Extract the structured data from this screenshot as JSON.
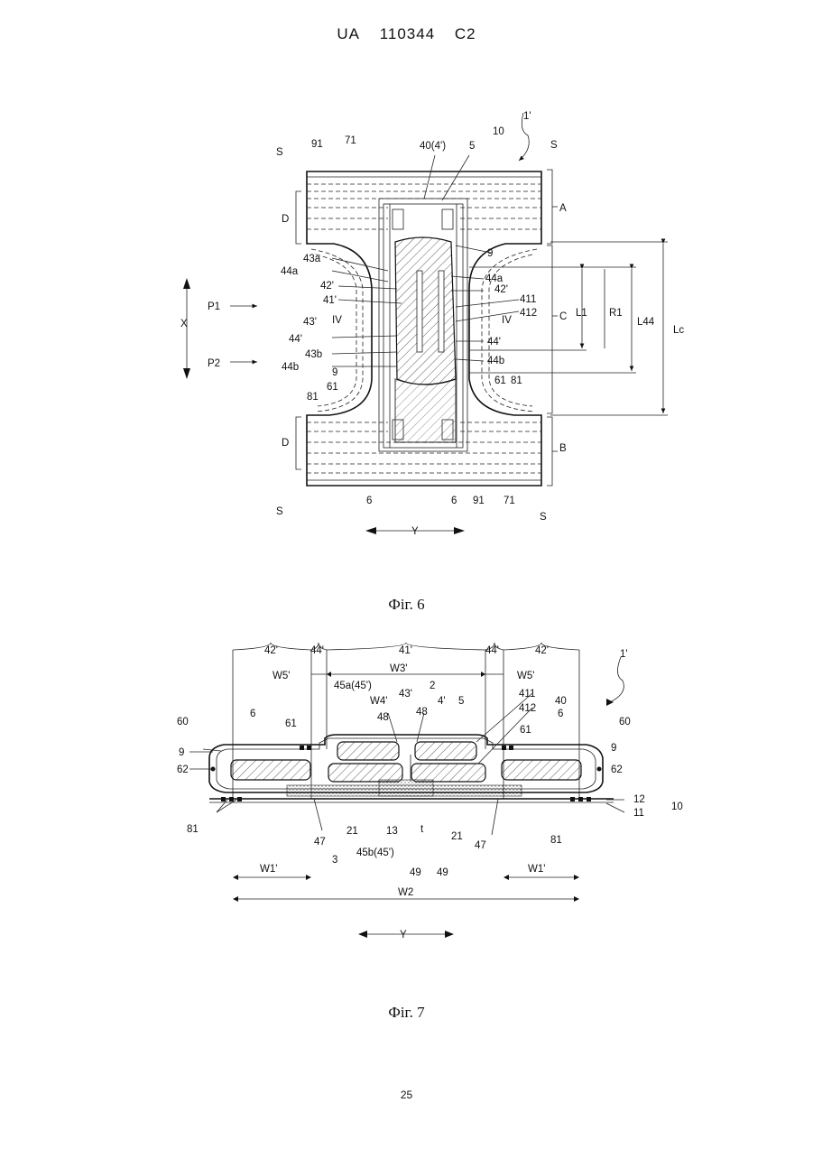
{
  "header": {
    "country": "UA",
    "number": "110344",
    "kind": "C2"
  },
  "fig6": {
    "caption": "Фіг. 6",
    "labels": {
      "ref_main": "1'",
      "s": "S",
      "l91": "91",
      "l71": "71",
      "l40": "40(4')",
      "l5": "5",
      "l10": "10",
      "d": "D",
      "a": "A",
      "b": "B",
      "c": "C",
      "l9": "9",
      "l43a": "43a",
      "l44a": "44a",
      "l42p": "42'",
      "l41p": "41'",
      "l43p": "43'",
      "l44p": "44'",
      "l43b": "43b",
      "l44b": "44b",
      "l411": "411",
      "l412": "412",
      "l61": "61",
      "l81": "81",
      "l6": "6",
      "iv": "IV",
      "l1": "L1",
      "r1": "R1",
      "l44": "L44",
      "lc": "Lc",
      "p1": "P1",
      "p2": "P2",
      "x": "X",
      "y": "Y"
    }
  },
  "fig7": {
    "caption": "Фіг. 7",
    "labels": {
      "ref_main": "1'",
      "l42p": "42'",
      "l44p": "44'",
      "l41p": "41'",
      "w5p": "W5'",
      "w3p": "W3'",
      "l45a": "45a(45')",
      "l2": "2",
      "l4p": "4'",
      "l5": "5",
      "w4p": "W4'",
      "l43p": "43'",
      "l48": "48",
      "l411": "411",
      "l412": "412",
      "l40": "40",
      "l6": "6",
      "l60": "60",
      "l61": "61",
      "l9": "9",
      "l62": "62",
      "l12": "12",
      "l11": "11",
      "l10": "10",
      "l81": "81",
      "l47": "47",
      "l21": "21",
      "l13": "13",
      "t": "t",
      "l3": "3",
      "l45b": "45b(45')",
      "l49": "49",
      "w1p": "W1'",
      "w2": "W2",
      "y": "Y"
    }
  },
  "page_number": "25"
}
